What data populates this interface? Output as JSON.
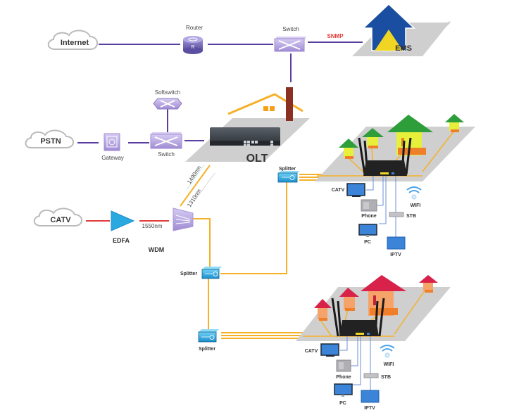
{
  "clouds": {
    "internet": "Internet",
    "pstn": "PSTN",
    "catv": "CATV"
  },
  "devices": {
    "router": "Router",
    "router_glyph": "R",
    "switch_top": "Switch",
    "softswitch": "Softswitch",
    "switch_mid": "Switch",
    "gateway": "Gateway",
    "olt": "OLT",
    "ems": "EMS",
    "edfa": "EDFA",
    "wdm": "WDM"
  },
  "links": {
    "snmp": "SNMP",
    "wavelength_1490": "1490nm",
    "wavelength_1310": "1310nm",
    "wavelength_1550": "1550nm"
  },
  "splitters": {
    "upper": "Splitter",
    "middle": "Splitter",
    "lower": "Splitter"
  },
  "premises": [
    {
      "name": "upper",
      "roof_color": "#2e9e3a",
      "wall_color": "#e6ef3a",
      "endpoints": {
        "catv": "CATV",
        "phone": "Phone",
        "pc": "PC",
        "iptv": "IPTV",
        "stb": "STB",
        "wifi": "WIFI"
      }
    },
    {
      "name": "lower",
      "roof_color": "#d8224a",
      "wall_color": "#f6a36a",
      "endpoints": {
        "catv": "CATV",
        "phone": "Phone",
        "pc": "PC",
        "iptv": "IPTV",
        "stb": "STB",
        "wifi": "WIFI"
      }
    }
  ],
  "colors": {
    "network_line": "#5b3fa0",
    "catv_line": "#e03a3a",
    "fiber_line": "#f5b02a",
    "snmp_text": "#e03a3a",
    "device_purple": "#b7a6e0",
    "splitter_blue": "#27a3dc",
    "ems_blue": "#1a4ea0",
    "ems_yellow": "#f0d622",
    "platform_gray": "#cfcfcf",
    "screen_blue": "#3b84d8",
    "wifi_blue": "#4aa3e8"
  }
}
